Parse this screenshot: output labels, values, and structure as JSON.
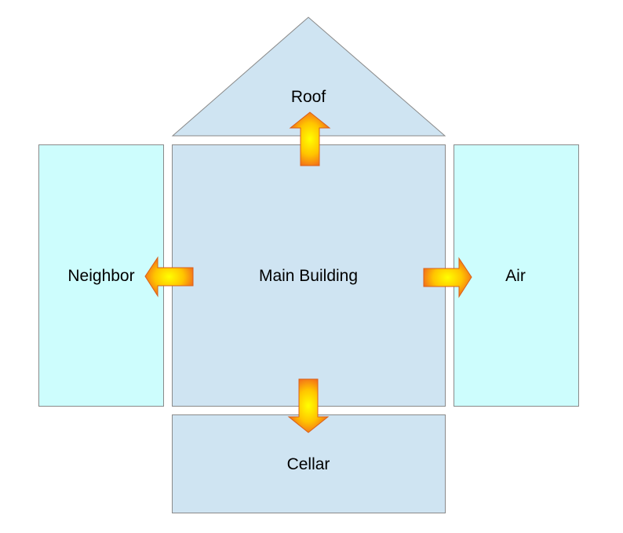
{
  "diagram": {
    "labels": {
      "roof": "Roof",
      "main_building": "Main Building",
      "neighbor": "Neighbor",
      "air": "Air",
      "cellar": "Cellar"
    },
    "arrows": [
      {
        "from": "main_building",
        "to": "roof",
        "direction": "up"
      },
      {
        "from": "main_building",
        "to": "neighbor",
        "direction": "left"
      },
      {
        "from": "main_building",
        "to": "air",
        "direction": "right"
      },
      {
        "from": "main_building",
        "to": "cellar",
        "direction": "down"
      }
    ],
    "colors": {
      "building_fill": "#cfe4f2",
      "side_fill": "#cdfdfd",
      "stroke": "#8a8a8a",
      "arrow_center": "#ffff00",
      "arrow_edge": "#f26a1b",
      "arrow_stroke": "#d8601c"
    }
  }
}
